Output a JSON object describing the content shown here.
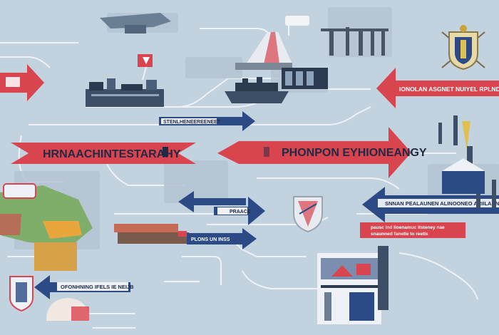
{
  "ribbons": {
    "left_main": "HRNAACHINTESTARAHY",
    "center_main": "PHONPON EYHIONEANGY",
    "top_right": "IONOLAN ASGNET NUIYEL RPLNDY LO PANOG",
    "top_center": "STENLHENEEREENEET",
    "mid_right": "SNNAN PEALAUNEN ALINOONEO ARIILAANENY FANMA SNAAN",
    "red_caption": "pausc lnd lioenamuc itsteney nae\nsnaunned fanetle to reetls",
    "center_small": "PRAACE",
    "lower_left": "OFONHNING IFELS IE NEIJB",
    "lower_center": "PLONS UN INSS"
  },
  "colors": {
    "background": "#c3d2df",
    "red": "#d9454f",
    "navy": "#2b4a86",
    "line": "#e9eef4"
  }
}
